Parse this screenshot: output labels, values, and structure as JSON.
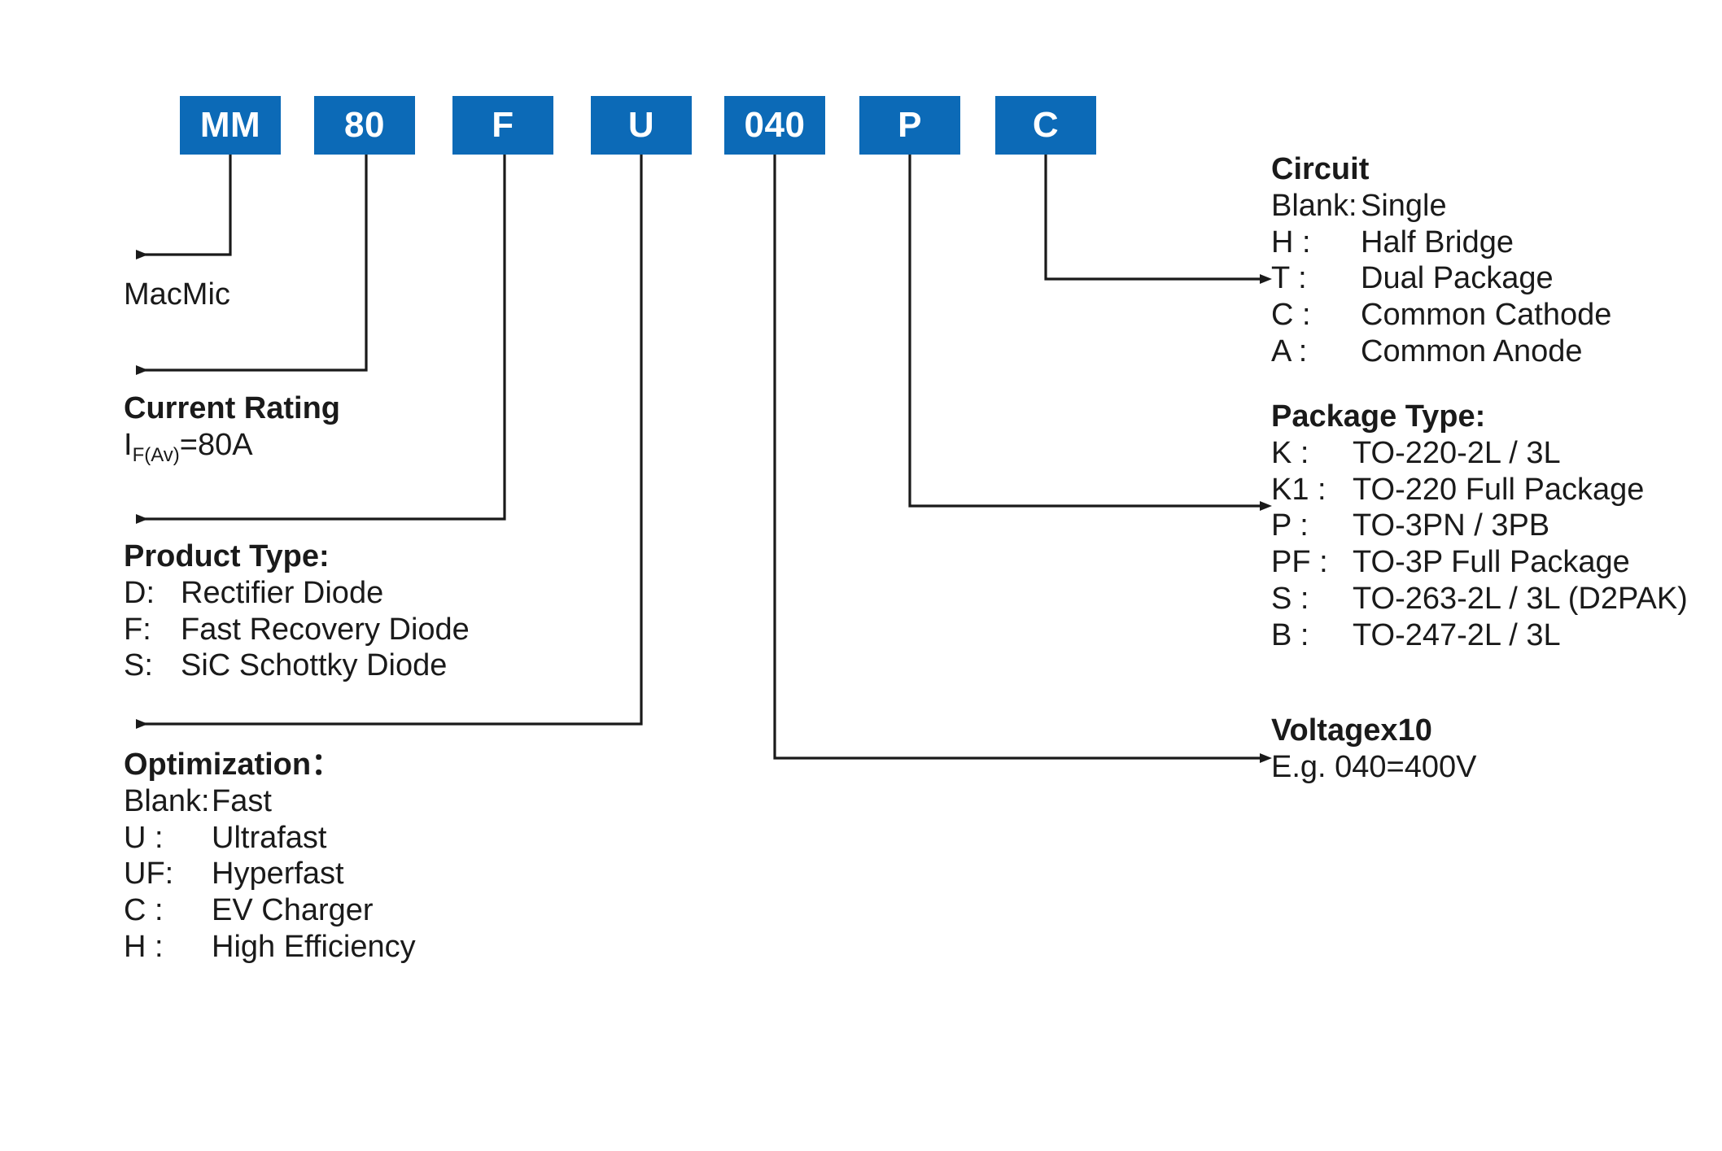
{
  "diagram": {
    "title": "MacMic diode part numbering system",
    "accent_color": "#0c6ab7",
    "line_color": "#1a1a1a"
  },
  "part_number": {
    "segments": [
      {
        "label": "MM",
        "name": "brand-code"
      },
      {
        "label": "80",
        "name": "current-rating-code"
      },
      {
        "label": "F",
        "name": "product-type-code"
      },
      {
        "label": "U",
        "name": "optimization-code"
      },
      {
        "label": "040",
        "name": "voltage-code"
      },
      {
        "label": "P",
        "name": "package-type-code"
      },
      {
        "label": "C",
        "name": "circuit-code"
      }
    ]
  },
  "brand": {
    "text": "MacMic"
  },
  "current_rating": {
    "title": "Current Rating",
    "symbol": "I",
    "subscript": "F(Av)",
    "value": "=80A"
  },
  "product_type": {
    "title": "Product Type:",
    "rows": [
      {
        "key": "D:",
        "value": "Rectifier Diode"
      },
      {
        "key": "F:",
        "value": "Fast Recovery Diode"
      },
      {
        "key": "S:",
        "value": "SiC Schottky Diode"
      }
    ]
  },
  "optimization": {
    "title": "Optimization：",
    "rows": [
      {
        "key": "Blank:",
        "value": "Fast"
      },
      {
        "key": "U  :",
        "value": "Ultrafast"
      },
      {
        "key": "UF:",
        "value": "Hyperfast"
      },
      {
        "key": "C  :",
        "value": "EV Charger"
      },
      {
        "key": "H  :",
        "value": "High Efficiency"
      }
    ]
  },
  "circuit": {
    "title": "Circuit",
    "rows": [
      {
        "key": "Blank:",
        "value": "Single"
      },
      {
        "key": "H :",
        "value": "Half Bridge"
      },
      {
        "key": "T :",
        "value": "Dual Package"
      },
      {
        "key": "C :",
        "value": "Common Cathode"
      },
      {
        "key": "A :",
        "value": "Common Anode"
      }
    ]
  },
  "package_type": {
    "title": "Package Type:",
    "rows": [
      {
        "key": "K   :",
        "value": "TO-220-2L / 3L"
      },
      {
        "key": "K1 :",
        "value": "TO-220 Full Package"
      },
      {
        "key": "P   :",
        "value": "TO-3PN / 3PB"
      },
      {
        "key": "PF :",
        "value": "TO-3P Full Package"
      },
      {
        "key": "S   :",
        "value": "TO-263-2L / 3L (D2PAK)"
      },
      {
        "key": "B   :",
        "value": "TO-247-2L / 3L"
      }
    ]
  },
  "voltage": {
    "title": "Voltagex10",
    "example": "E.g. 040=400V"
  }
}
